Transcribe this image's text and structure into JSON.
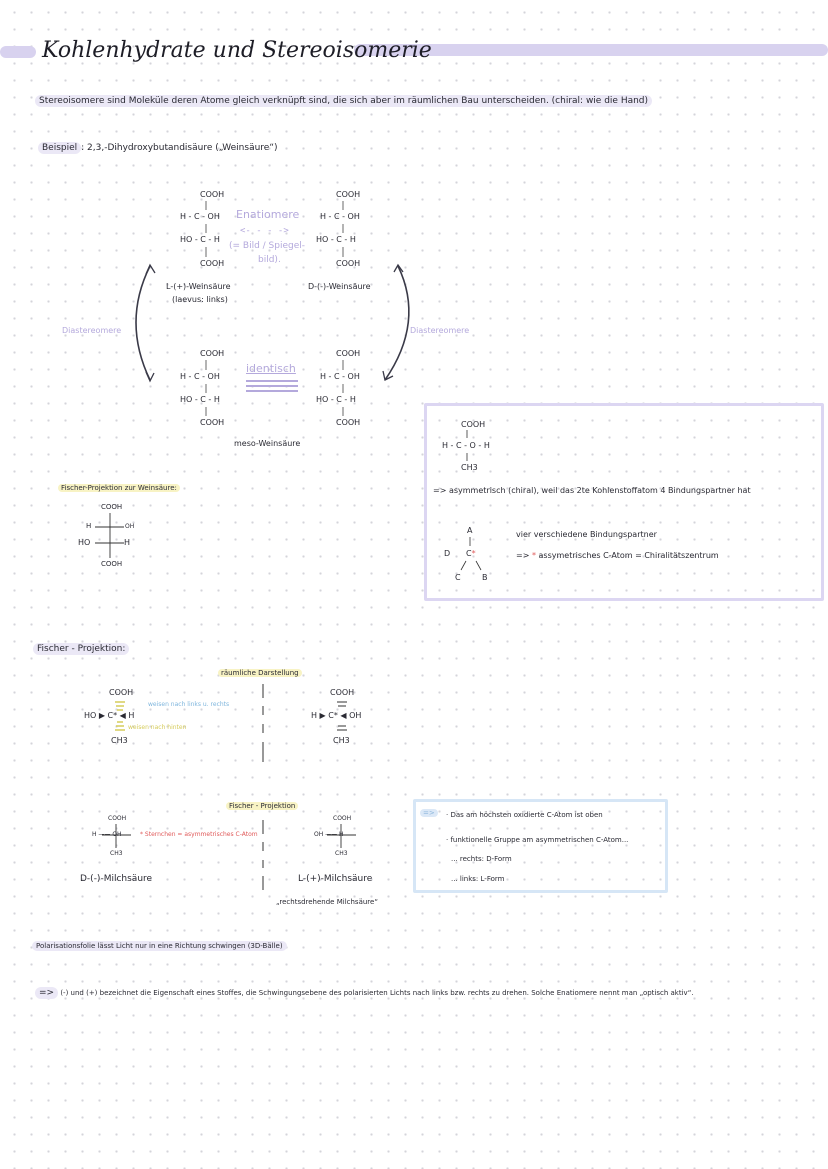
{
  "title": "Kohlenhydrate und Stereoisomerie",
  "definition": "Stereoisomere sind Moleküle deren Atome gleich verknüpft sind, die sich aber im räumlichen Bau unterscheiden. (chiral: wie die Hand)",
  "example": {
    "label": "Beispiel",
    "text": ": 2,3,-Dihydroxybutandisäure  („Weinsäure“)"
  },
  "tartaric": {
    "cooh": "COOH",
    "h_c_oh": "H - C - OH",
    "ho_c_h": "HO - C - H",
    "enantiomere": "Enatiomere",
    "arrow": "<- - - ->",
    "bild1": "(= Bild / Spiegel-",
    "bild2": "bild).",
    "l_name": "L-(+)-Weinsäure",
    "l_sub": "(laevus: links)",
    "d_name": "D-(-)-Weinsäure",
    "diastereomere": "Diastereomere",
    "identisch": "identisch",
    "meso": "meso-Weinsäure"
  },
  "fischer_small": {
    "label": "Fischer-Projektion zur Weinsäure:",
    "cooh": "COOH",
    "h": "H",
    "oh": "OH",
    "ho": "HO"
  },
  "box1": {
    "cooh": "COOH",
    "middle": "H - C - O - H",
    "ch3": "CH3",
    "statement": "=> asymmetrisch (chiral), weil das 2te Kohlenstoffatom 4 Bindungspartner hat",
    "a": "A",
    "d": "D",
    "c": "C",
    "b": "B",
    "vier": "vier verschiedene Bindungspartner",
    "arrow": "=>",
    "star": "*",
    "asym": "assymetrisches C-Atom = Chiralitätszentrum"
  },
  "fischer_section": {
    "heading": "Fischer - Projektion:",
    "raeumlich": "räumliche Darstellung",
    "cooh": "COOH",
    "ch3": "CH3",
    "left_row": "HO ▶ C* ◀ H",
    "right_row": "H ▶ C* ◀ OH",
    "note_blue": "weisen nach links u. rechts",
    "note_yellow": "weisen nach hinten",
    "fischer_label": "Fischer - Projektion",
    "milch_left_row": "H —— OH",
    "milch_right_row": "OH —— H",
    "star_note": "* Sternchen = asymmetrisches C-Atom",
    "d_milch": "D-(-)-Milchsäure",
    "l_milch": "L-(+)-Milchsäure",
    "rechtsdrehend": "„rechtsdrehende Milchsäure“"
  },
  "box2": {
    "arrow": "=>",
    "line1": "Das am höchsten oxidierte C-Atom ist oben",
    "line2": "funktionelle Gruppe am asymmetrischen C-Atom...",
    "line3": "... rechts: D-Form",
    "line4": "... links: L-Form"
  },
  "polarisation": "Polarisationsfolie lässt Licht nur in eine Richtung schwingen (3D-Bälle)",
  "conclusion": {
    "arrow": "=>",
    "text": "(-) und (+) bezeichnet die Eigenschaft eines Stoffes, die Schwingungsebene des polarisierten Lichts nach links bzw. rechts zu drehen. Solche Enatiomere nennt man „optisch aktiv“."
  },
  "colors": {
    "lavender": "#d8d2ef",
    "lavender_text": "#b4a9dc",
    "yellow_highlight": "#f8f3c4",
    "blue_highlight": "#dbe8f7",
    "red_star": "#e05a5a"
  }
}
